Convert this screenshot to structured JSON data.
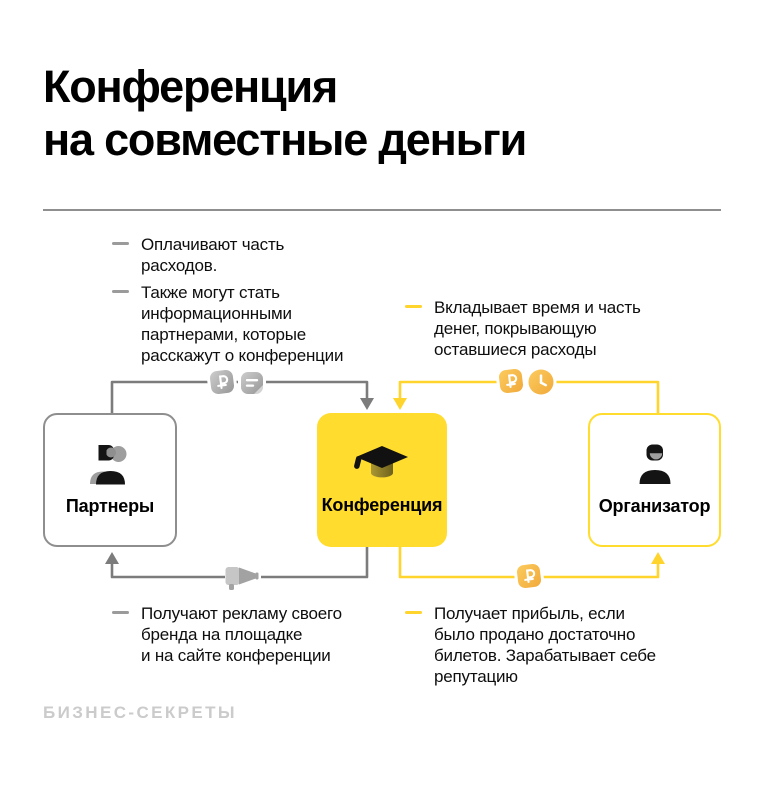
{
  "poster": {
    "title": "Конференция\nна совместные деньги",
    "footer": "БИЗНЕС-СЕКРЕТЫ"
  },
  "notes": {
    "partners_contribution": [
      "Оплачивают часть\nрасходов.",
      "Также могут стать\nинформационными\nпартнерами, которые\nрасскажут о конференции"
    ],
    "organizer_contribution": "Вкладывает время и часть\nденег, покрывающую\nоставшиеся расходы",
    "partners_benefit": "Получают рекламу своего\nбренда на площадке\nи на сайте конференции",
    "organizer_benefit": "Получает прибыль, если\nбыло продано достаточно\nбилетов. Зарабатывает себе\nрепутацию"
  },
  "nodes": {
    "partners": {
      "label": "Партнеры",
      "icon": "people-icon"
    },
    "conference": {
      "label": "Конференция",
      "icon": "graduation-cap-icon"
    },
    "organizer": {
      "label": "Организатор",
      "icon": "person-icon"
    }
  },
  "edges": [
    {
      "from": "partners",
      "to": "conference",
      "color": "gray",
      "icons": [
        "ruble-badge-icon",
        "document-icon"
      ]
    },
    {
      "from": "organizer",
      "to": "conference",
      "color": "yellow",
      "icons": [
        "ruble-badge-icon",
        "clock-icon"
      ]
    },
    {
      "from": "conference",
      "to": "partners",
      "color": "gray",
      "icons": [
        "megaphone-icon"
      ]
    },
    {
      "from": "conference",
      "to": "organizer",
      "color": "yellow",
      "icons": [
        "ruble-badge-icon"
      ]
    }
  ],
  "colors": {
    "accent_yellow": "#FFDC2D",
    "line_gray": "#7C7C7C",
    "badge_orange": "#F3AC3B",
    "text_black": "#0E0E0E",
    "muted_gray": "#9B9B9B",
    "footer_gray": "#CBCBCB"
  }
}
